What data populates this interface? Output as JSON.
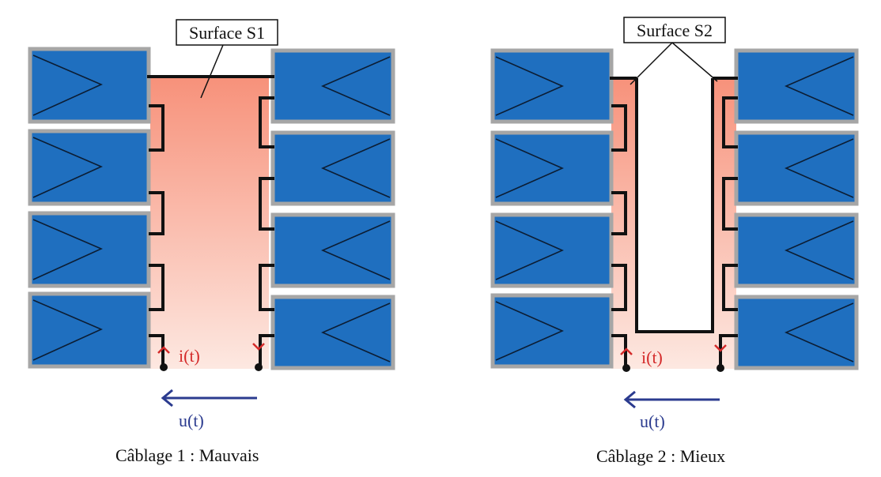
{
  "colors": {
    "panel_fill": "#1f6fbf",
    "panel_border": "#a6a6a6",
    "surface_top": "#f7917a",
    "surface_bottom": "#fde8e1",
    "wire": "#111111",
    "current_red": "#d42a2a",
    "voltage_blue": "#2b3b8f"
  },
  "left": {
    "surface_label": "Surface S1",
    "current_label": "i(t)",
    "voltage_label": "u(t)",
    "caption": "Câblage 1 : Mauvais"
  },
  "right": {
    "surface_label": "Surface S2",
    "current_label": "i(t)",
    "voltage_label": "u(t)",
    "caption": "Câblage 2 : Mieux"
  }
}
